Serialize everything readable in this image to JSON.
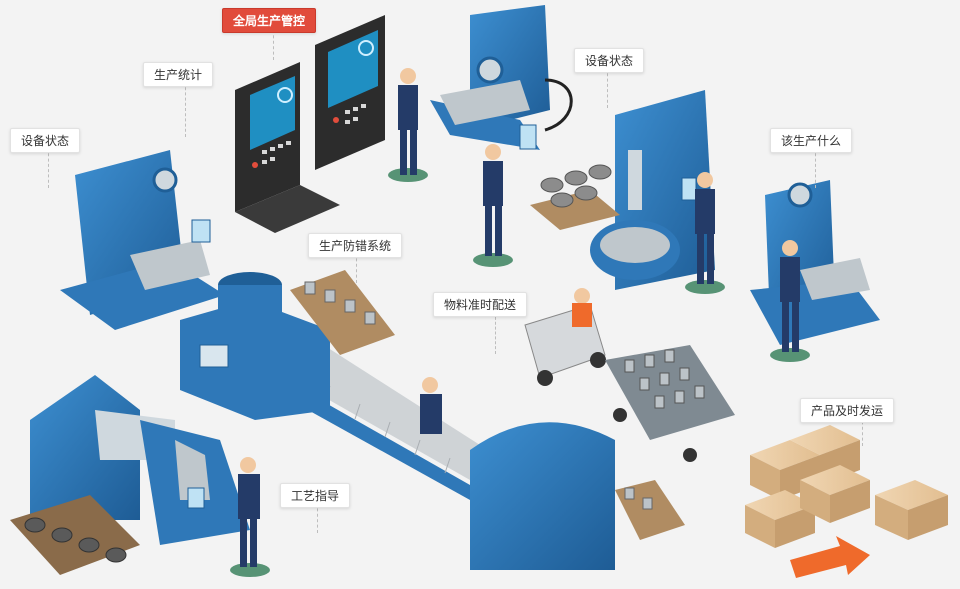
{
  "labels": {
    "global_control": "全局生产管控",
    "production_stats": "生产统计",
    "equipment_status_left": "设备状态",
    "equipment_status_top": "设备状态",
    "what_to_produce": "该生产什么",
    "error_proofing": "生产防错系统",
    "material_delivery": "物料准时配送",
    "process_guidance": "工艺指导",
    "product_shipping": "产品及时发运"
  },
  "colors": {
    "background": "#f3f3f3",
    "machine_blue": "#2f78b8",
    "machine_blue_dark": "#1f5f97",
    "worker_navy": "#243b68",
    "highlight_red": "#e14b3b",
    "arrow_orange": "#ef6a2b",
    "box_tan": "#e7c9a2"
  }
}
